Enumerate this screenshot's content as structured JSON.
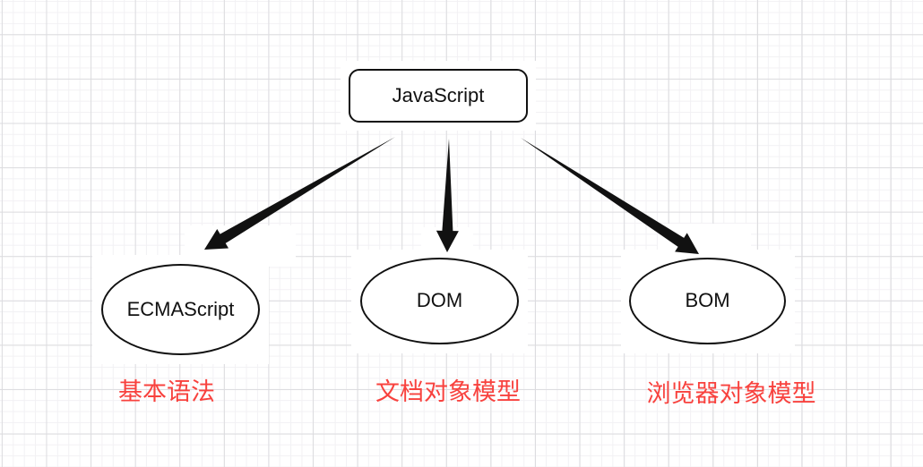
{
  "diagram": {
    "root": {
      "label": "JavaScript"
    },
    "branches": [
      {
        "label": "ECMAScript",
        "caption": "基本语法"
      },
      {
        "label": "DOM",
        "caption": "文档对象模型"
      },
      {
        "label": "BOM",
        "caption": "浏览器对象模型"
      }
    ]
  },
  "colors": {
    "caption_red": "#f8423e",
    "shape_stroke": "#111111",
    "shape_fill": "#ffffff",
    "grid_minor": "#f2f1f4",
    "grid_major": "#dcdcdf",
    "canvas_bg": "#ffffff"
  }
}
